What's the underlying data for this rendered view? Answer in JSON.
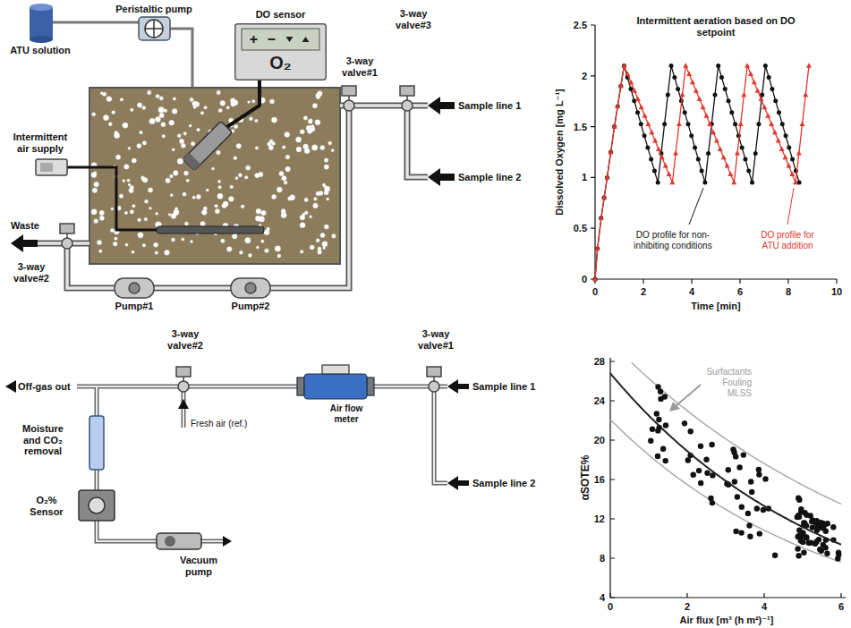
{
  "diagram": {
    "nodes": [
      {
        "text": [
          "DO sensor",
          "O₂"
        ]
      }
    ],
    "labels": [
      "Peristaltic pump",
      "ATU solution",
      "3-way valve#1",
      "3-way valve#3",
      "Sample line 1",
      "Sample line 2",
      "Intermittent air supply",
      "Waste",
      "3-way valve#2",
      "Pump#1",
      "Pump#2",
      "Intermittent aeration based on DO setpoint",
      "Dissolved Oxygen [mg L⁻¹]",
      "0",
      "0.5",
      "1",
      "1.5",
      "2",
      "2.5",
      "0",
      "2",
      "4",
      "6",
      "8",
      "10",
      "Time [min]",
      "DO profile for non-inhibiting conditions",
      "DO profile for ATU addition",
      "3-way valve#2",
      "3-way valve#1",
      "Off-gas out",
      "Sample line 1",
      "Sample line 2",
      "Air flow meter",
      "Fresh air (ref.)",
      "Moisture and CO₂ removal",
      "O₂% Sensor",
      "Vacuum pump",
      "αSOTE%",
      "4",
      "8",
      "12",
      "16",
      "20",
      "24",
      "28",
      "0",
      "2",
      "4",
      "6",
      "Air flux [m³ (h m²)⁻¹]",
      "Surfactants",
      "Fouling",
      "MLSS"
    ]
  }
}
